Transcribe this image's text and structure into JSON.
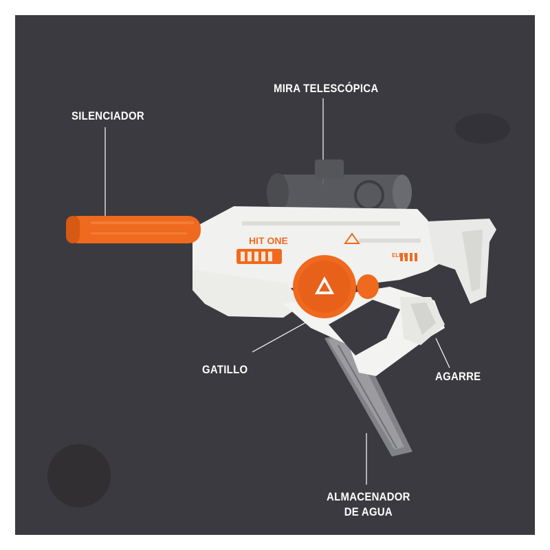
{
  "labels": {
    "silenciador": "SILENCIADOR",
    "mira": "MIRA TELESCÓPICA",
    "gatillo": "GATILLO",
    "agarre": "AGARRE",
    "almacenador_line1": "ALMACENADOR",
    "almacenador_line2": "DE AGUA"
  },
  "product_markings": {
    "brand": "HIT ONE",
    "model": "ELITE"
  },
  "colors": {
    "background": "#3b3a40",
    "body": "#f1f1ef",
    "accent": "#ef6a1e",
    "callout_line": "#ffffff"
  }
}
